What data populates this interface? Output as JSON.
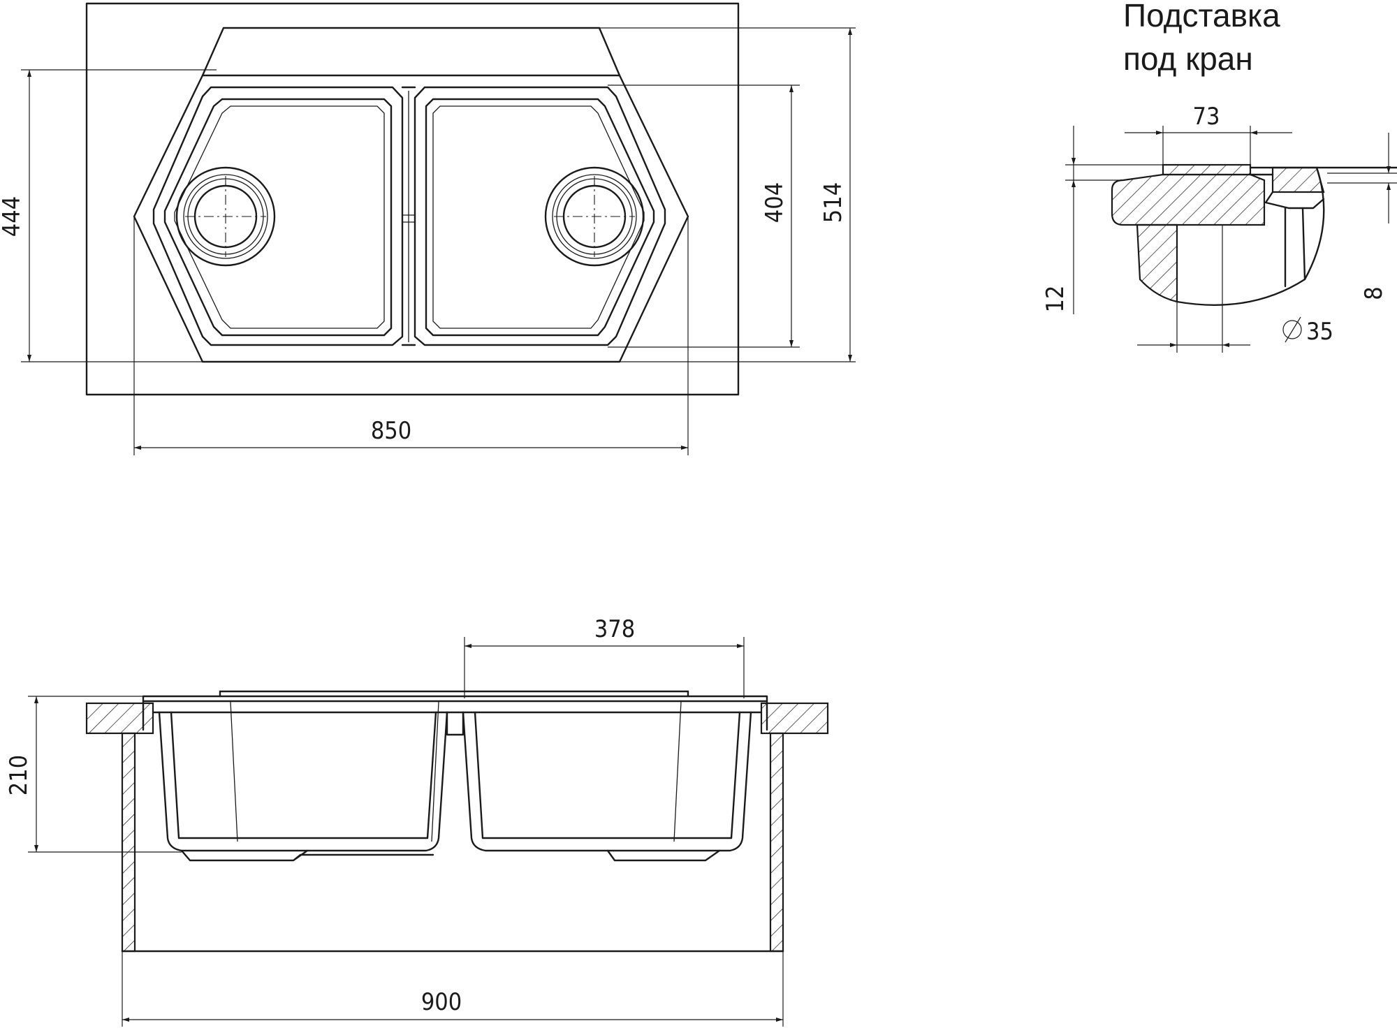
{
  "labels": {
    "tap_stand_line1": "Подставка",
    "tap_stand_line2": "под кран"
  },
  "dimensions": {
    "top_width": "850",
    "top_depth_inner": "444",
    "top_depth_bowl": "404",
    "top_depth_outer": "514",
    "tap_width": "73",
    "tap_height_total": "12",
    "tap_height_small": "8",
    "tap_hole_diameter": "35",
    "section_bowl_width": "378",
    "section_height": "210",
    "section_total_width": "900"
  },
  "colors": {
    "line": "#1a1a1a",
    "background": "#ffffff"
  }
}
